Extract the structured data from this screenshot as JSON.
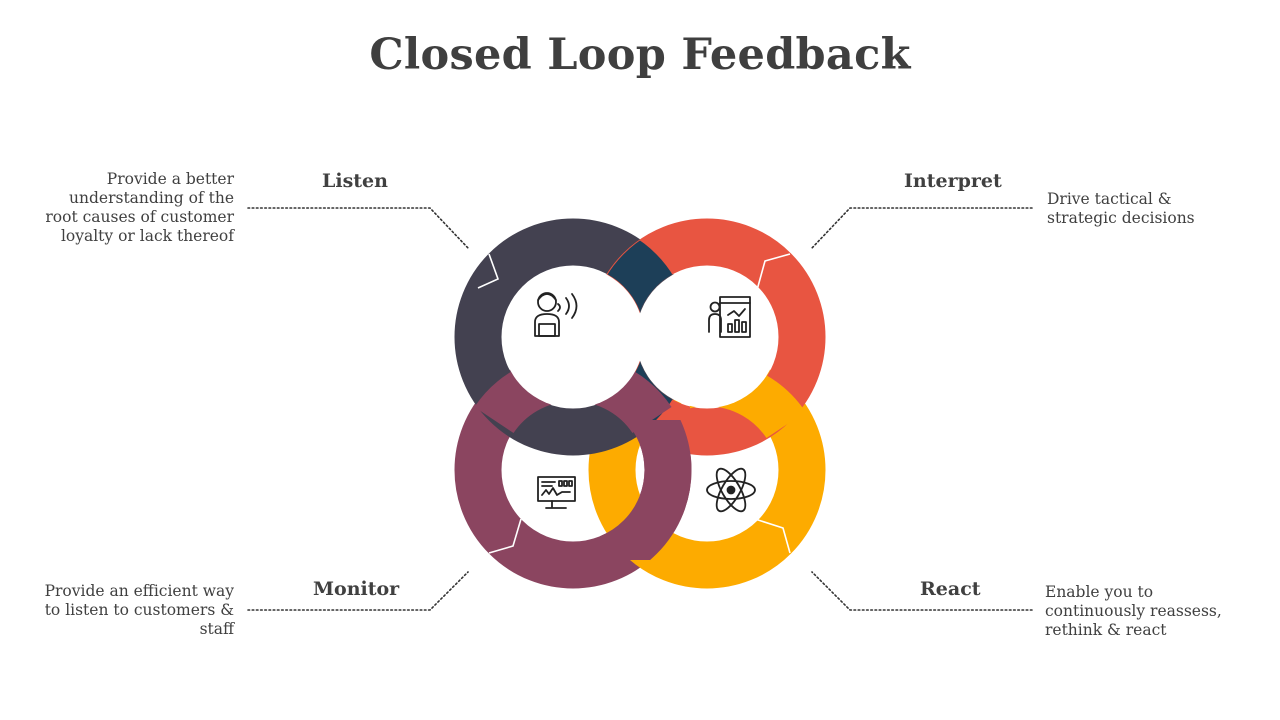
{
  "title": "Closed Loop Feedback",
  "colors": {
    "listen": "#434150",
    "interpret": "#E85541",
    "monitor": "#8B4560",
    "react": "#FDAB00",
    "overlap": "#1D3F58"
  },
  "stages": {
    "listen": {
      "label": "Listen",
      "icon": "customer-support-agent-icon",
      "description": [
        "Provide a better",
        "understanding of the",
        "root causes of customer",
        "loyalty or lack thereof"
      ]
    },
    "interpret": {
      "label": "Interpret",
      "icon": "data-presentation-icon",
      "description": [
        "Drive tactical &",
        "strategic decisions"
      ]
    },
    "monitor": {
      "label": "Monitor",
      "icon": "monitor-dashboard-icon",
      "description": [
        "Provide an efficient way",
        "to listen to customers &",
        "staff"
      ]
    },
    "react": {
      "label": "React",
      "icon": "atom-icon",
      "description": [
        "Enable you to",
        "continuously reassess,",
        "rethink & react"
      ]
    }
  }
}
